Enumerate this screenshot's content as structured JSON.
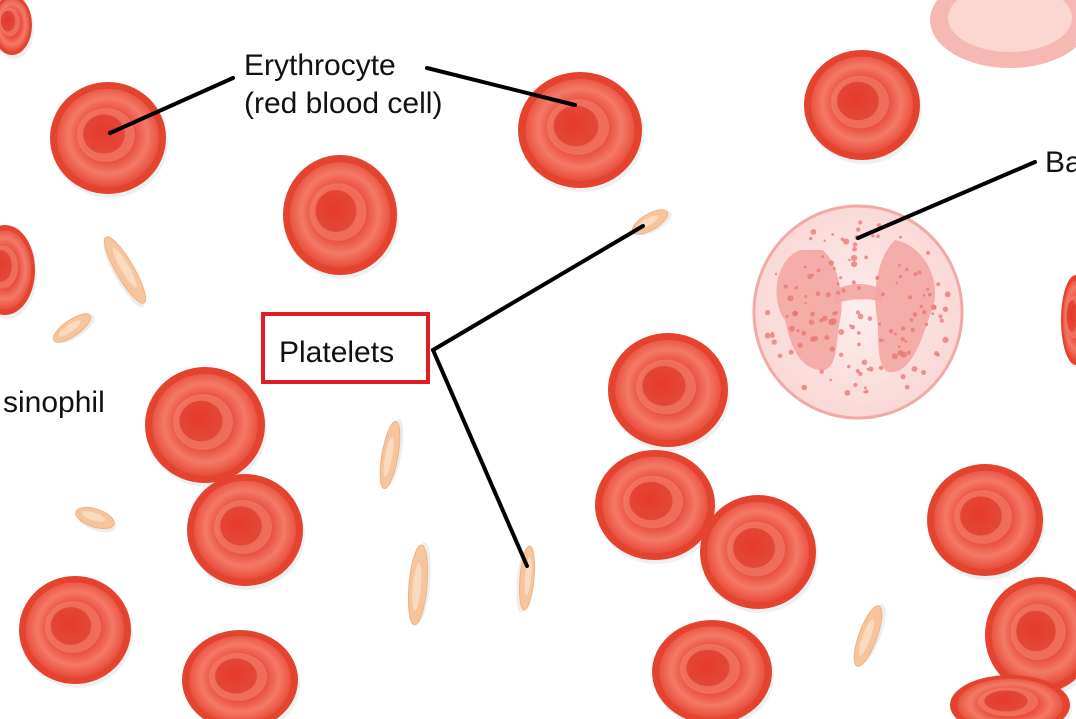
{
  "labels": {
    "erythrocyte_line1": "Erythrocyte",
    "erythrocyte_line2": "(red blood cell)",
    "platelets": "Platelets",
    "eosinophil_partial": "sinophil",
    "basophil_partial": "Ba"
  },
  "colors": {
    "rbc_outer": "#e8473a",
    "rbc_inner": "#f26a5a",
    "rbc_core": "#e23a2e",
    "platelet": "#f7c8a0",
    "basophil_cytoplasm": "#fbe4e2",
    "basophil_nucleus": "#f3a9a5",
    "highlight_box": "#e31b23",
    "leader_line": "#000000"
  }
}
